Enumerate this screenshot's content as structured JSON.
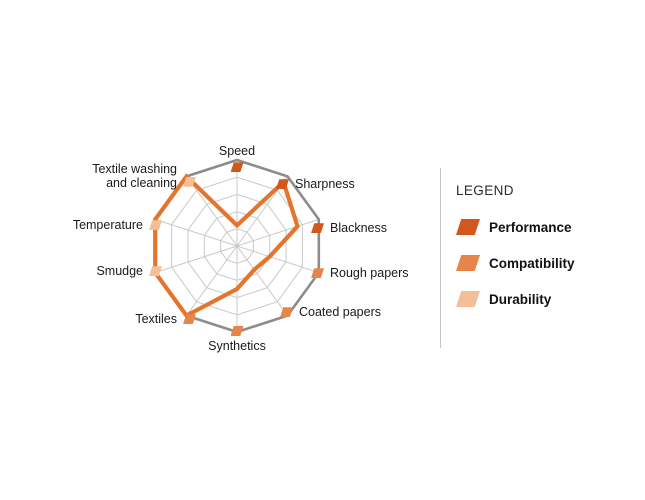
{
  "chart_data": {
    "type": "radar",
    "max_value": 5,
    "grid_rings": 5,
    "legend": {
      "title": "LEGEND",
      "position": "right",
      "items": [
        {
          "label": "Performance",
          "color": "#D2571C"
        },
        {
          "label": "Compatibility",
          "color": "#E68449"
        },
        {
          "label": "Durability",
          "color": "#F4BE97"
        }
      ]
    },
    "axes": [
      {
        "label": "Speed",
        "group": "Performance",
        "value": 1.2
      },
      {
        "label": "Sharpness",
        "group": "Performance",
        "value": 4.6
      },
      {
        "label": "Blackness",
        "group": "Performance",
        "value": 3.7
      },
      {
        "label": "Rough papers",
        "group": "Compatibility",
        "value": 2.0
      },
      {
        "label": "Coated papers",
        "group": "Compatibility",
        "value": 1.7
      },
      {
        "label": "Synthetics",
        "group": "Compatibility",
        "value": 2.5
      },
      {
        "label": "Textiles",
        "group": "Compatibility",
        "value": 5.0
      },
      {
        "label": "Smudge",
        "group": "Durability",
        "value": 5.0
      },
      {
        "label": "Temperature",
        "group": "Durability",
        "value": 5.0
      },
      {
        "label": "Textile washing and cleaning",
        "group": "Durability",
        "value": 5.0
      }
    ],
    "style": {
      "line_color": "#E4752E",
      "inner_grid_color": "#C9C9C9",
      "outer_ring_color": "#8C8C8C",
      "label_color": "#1A1A1A"
    }
  }
}
